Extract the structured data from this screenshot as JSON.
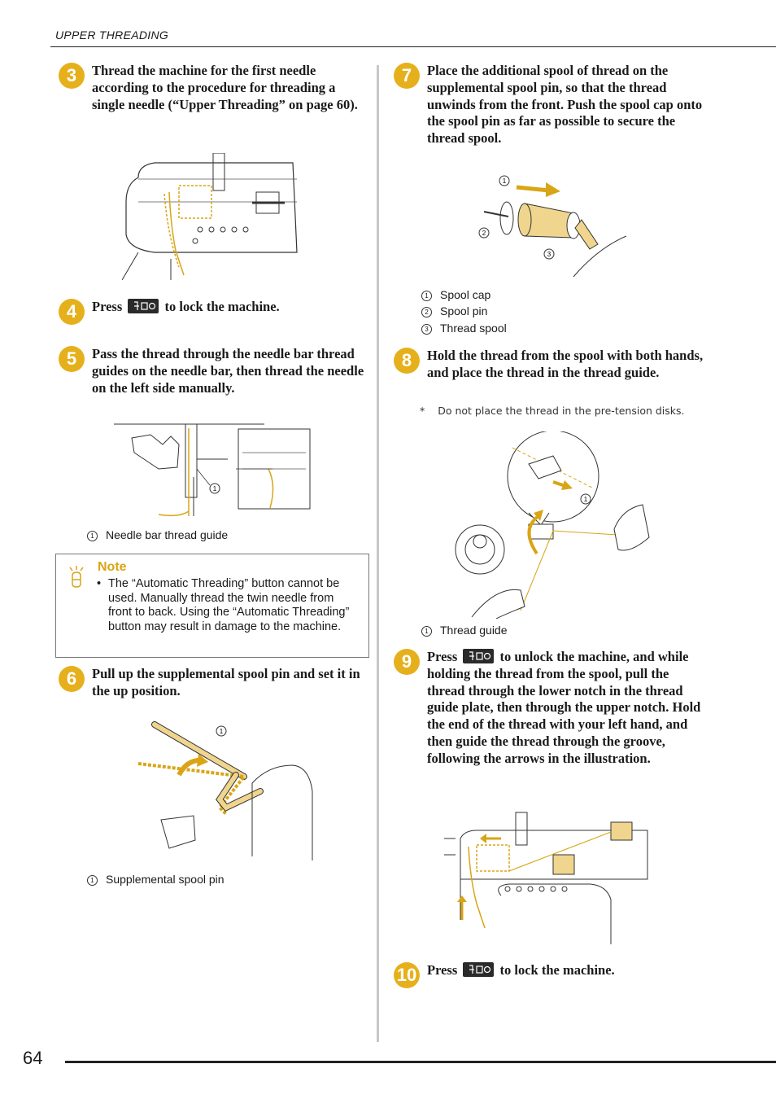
{
  "header": {
    "section_title": "UPPER THREADING"
  },
  "page_number": "64",
  "steps": {
    "s3": {
      "number": "3",
      "text": "Thread the machine for the first needle according to the procedure for threading a single needle (“Upper Threading” on page 60)."
    },
    "s4": {
      "number": "4",
      "before": "Press",
      "after": "to lock the machine."
    },
    "s5": {
      "number": "5",
      "text": "Pass the thread through the needle bar thread guides on the needle bar, then thread the needle on the left side manually."
    },
    "s6": {
      "number": "6",
      "text": "Pull up the supplemental spool pin and set it in the up position."
    },
    "s7": {
      "number": "7",
      "text": "Place the additional spool of thread on the supplemental spool pin, so that the thread unwinds from the front. Push the spool cap onto the spool pin as far as possible to secure the thread spool."
    },
    "s8": {
      "number": "8",
      "text": "Hold the thread from the spool with both hands, and place the thread in the thread guide."
    },
    "s9": {
      "number": "9",
      "before": "Press",
      "after": "to unlock the machine, and while holding the thread from the spool, pull the thread through the lower notch in the thread guide plate, then through the upper notch. Hold the end of the thread with your left hand, and then guide the thread through the groove, following the arrows in the illustration."
    },
    "s10": {
      "number": "10",
      "before": "Press",
      "after": "to lock the machine."
    }
  },
  "captions": {
    "needle_bar": {
      "num": "1",
      "label": "Needle bar thread guide"
    },
    "supp_pin": {
      "num": "1",
      "label": "Supplemental spool pin"
    },
    "spool_cap": {
      "num": "1",
      "label": "Spool cap"
    },
    "spool_pin": {
      "num": "2",
      "label": "Spool pin"
    },
    "thread_spool": {
      "num": "3",
      "label": "Thread spool"
    },
    "thread_guide": {
      "num": "1",
      "label": "Thread guide"
    }
  },
  "callout_numbers": {
    "one": "1",
    "two": "2",
    "three": "3"
  },
  "note": {
    "title": "Note",
    "bullet": "•",
    "text": "The “Automatic Threading” button cannot be used. Manually thread the twin needle from front to back. Using the “Automatic Threading” button may result in damage to the machine."
  },
  "footnote": {
    "mark": "*",
    "text": "Do not place the thread in the pre-tension disks."
  },
  "colors": {
    "accent": "#e6b01c",
    "thread": "#d9a516",
    "key": "#2a2a2a"
  },
  "icons": {
    "lock_key": "needle-lock-key-icon",
    "note": "note-icon"
  }
}
